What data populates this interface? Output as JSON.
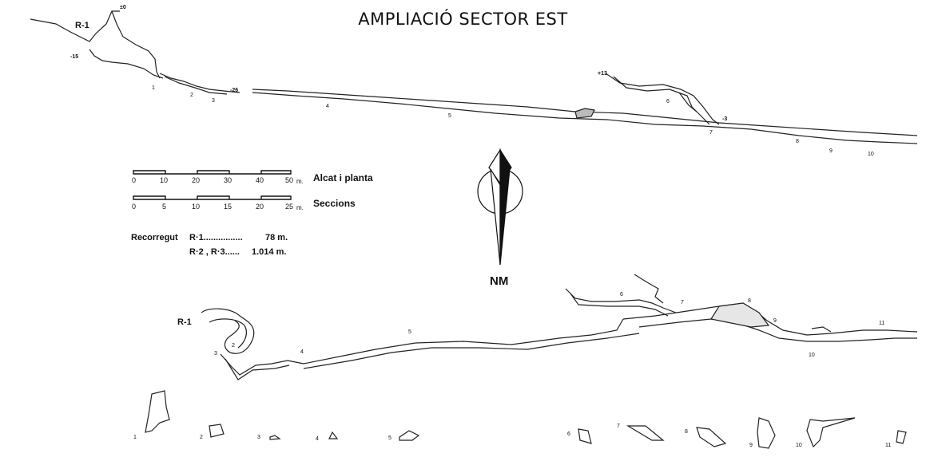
{
  "title": "AMPLIACIÓ SECTOR EST",
  "north_arrow": {
    "label": "NM"
  },
  "entrance_label": "R-1",
  "depth_labels": [
    "±0",
    "-15",
    "-26",
    "+13",
    "-3"
  ],
  "elevation_stations": [
    "1",
    "2",
    "3",
    "4",
    "5",
    "6",
    "7",
    "8",
    "9",
    "10"
  ],
  "plan_stations": [
    "2",
    "3",
    "4",
    "5",
    "6",
    "7",
    "8",
    "9",
    "10",
    "11"
  ],
  "section_labels": [
    "1",
    "2",
    "3",
    "4",
    "5",
    "6",
    "7",
    "8",
    "9",
    "10",
    "11"
  ],
  "scales": [
    {
      "caption": "Alcat i planta",
      "ticks": [
        "0",
        "10",
        "20",
        "30",
        "40",
        "50"
      ],
      "unit": "m."
    },
    {
      "caption": "Seccions",
      "ticks": [
        "0",
        "5",
        "10",
        "15",
        "20",
        "25"
      ],
      "unit": "m."
    }
  ],
  "recorregut": {
    "label": "Recorregut",
    "r1_label": "R·1................",
    "r1_value": "78 m.",
    "r23_label": "R·2 , R·3......",
    "r23_value": "1.014 m."
  }
}
